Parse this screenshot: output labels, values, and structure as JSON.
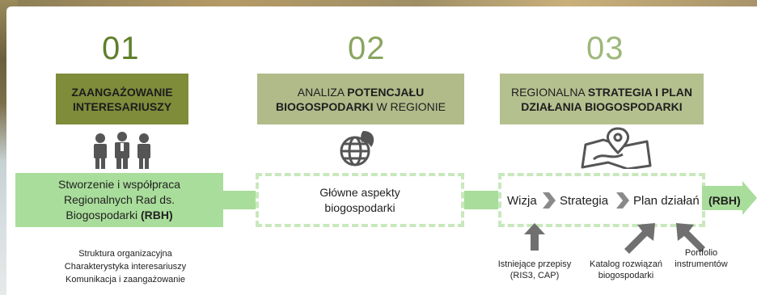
{
  "steps": [
    {
      "number": "01",
      "header_line1": "ZAANGAŻOWANIE",
      "header_line2": "INTERESARIUSZY",
      "icon": "people-group-icon",
      "box_line1": "Stworzenie i współpraca",
      "box_line2": "Regionalnych Rad ds.",
      "box_line3_plain": "Biogospodarki",
      "box_line3_bold": "(RBH)",
      "list": [
        "Struktura organizacyjna",
        "Charakterystyka interesariuszy",
        "Komunikacja i zaangażowanie"
      ]
    },
    {
      "number": "02",
      "header_plain1": "ANALIZA",
      "header_bold1": "POTENCJAŁU",
      "header_bold2": "BIOGOSPODARKI",
      "header_plain2": "W REGIONIE",
      "icon": "globe-leaf-icon",
      "box_line1": "Główne aspekty",
      "box_line2": "biogospodarki"
    },
    {
      "number": "03",
      "header_plain1": "REGIONALNA",
      "header_bold1": "STRATEGIA I PLAN",
      "header_bold2": "DZIAŁANIA BIOGOSPODARKI",
      "icon": "map-pin-icon",
      "flow": [
        "Wizja",
        "Strategia",
        "Plan działań"
      ],
      "output": "(RBH)",
      "inputs": [
        {
          "line1": "Istniejące przepisy",
          "line2": "(RIS3, CAP)"
        },
        {
          "line1": "Katalog rozwiązań",
          "line2": "biogospodarki"
        },
        {
          "line1": "Portfolio",
          "line2": "instrumentów"
        }
      ]
    }
  ],
  "colors": {
    "number1": "#5f7f2a",
    "number2": "#8aa560",
    "number3": "#9db87a",
    "header1": "#7f8c3a",
    "header2": "#b1bb8a",
    "header3": "#b5c08f",
    "light_green": "#a9dd9b",
    "dashed_border": "#c9e8bd",
    "arrow_gray": "#707070"
  }
}
